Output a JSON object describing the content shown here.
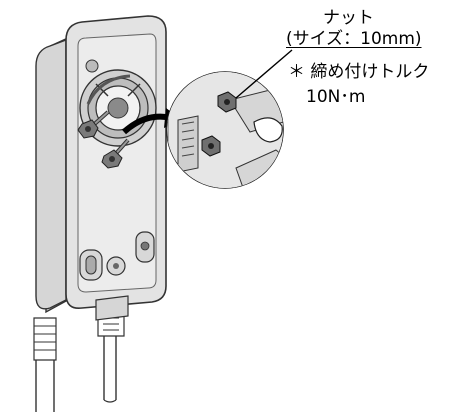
{
  "labels": {
    "nut": "ナット",
    "size": "(サイズ：10mm)",
    "torque": "＊ 締め付けトルク",
    "torque_value": "10N･m"
  }
}
